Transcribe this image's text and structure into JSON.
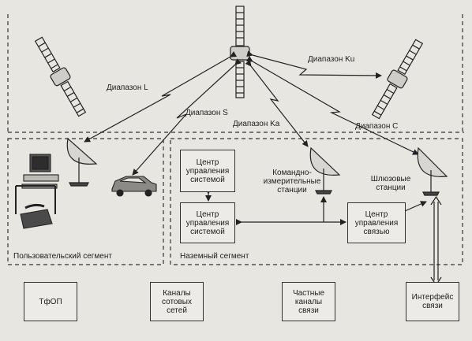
{
  "bands": {
    "l": "Диапазон L",
    "s": "Диапазон S",
    "ka": "Диапазон Ka",
    "ku": "Диапазон Ku",
    "c": "Диапазон C"
  },
  "segments": {
    "user": "Пользовательский сегмент",
    "ground": "Наземный сегмент"
  },
  "boxes": {
    "control1": [
      "Центр",
      "управления",
      "системой"
    ],
    "control2": [
      "Центр",
      "управления",
      "системой"
    ],
    "comm": [
      "Центр",
      "управления",
      "связью"
    ],
    "tfop": [
      "ТфОП"
    ],
    "cellular": [
      "Каналы",
      "сотовых",
      "сетей"
    ],
    "private": [
      "Частные",
      "каналы",
      "связи"
    ],
    "interface": [
      "Интерфейс",
      "связи"
    ]
  },
  "stations": {
    "command": [
      "Командно-",
      "измерительные",
      "станции"
    ],
    "gateway": [
      "Шлюзовые",
      "станции"
    ]
  }
}
